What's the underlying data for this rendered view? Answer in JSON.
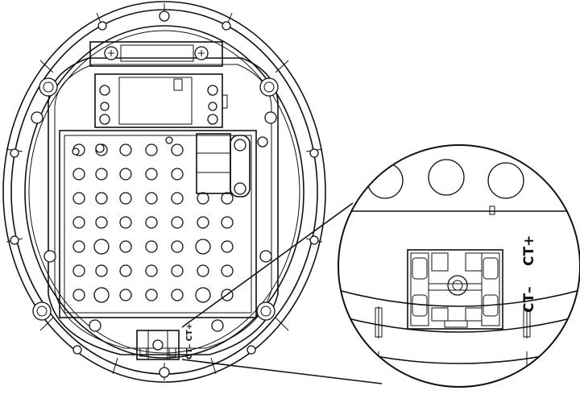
{
  "labels": {
    "terminal_small": "CT– CT+",
    "terminal_zoom_minus": "CT–",
    "terminal_zoom_plus": "CT+"
  },
  "colors": {
    "stroke": "#111111",
    "background": "#ffffff"
  }
}
